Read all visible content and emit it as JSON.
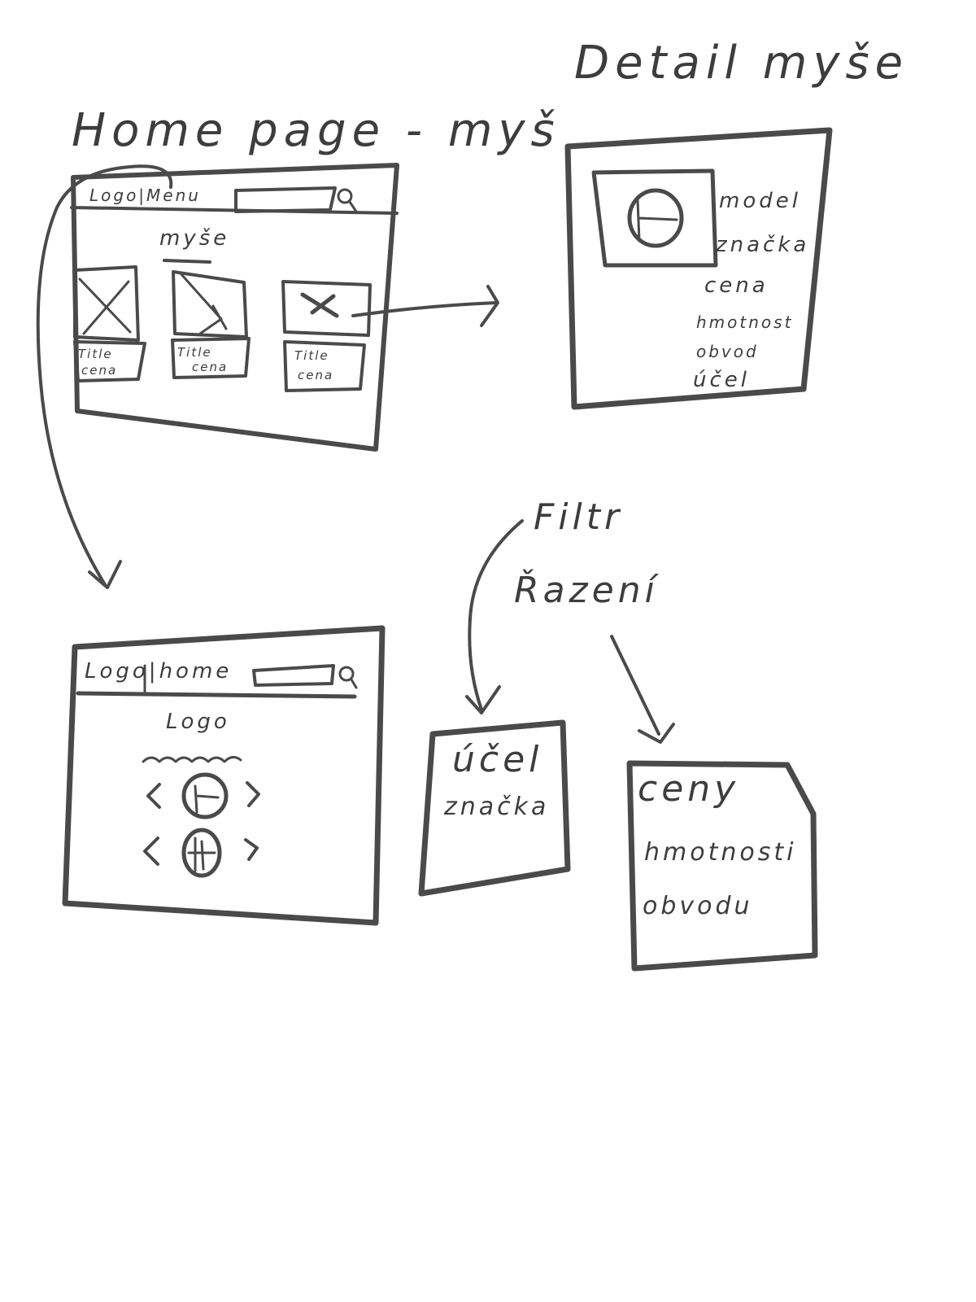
{
  "titles": {
    "home_page": "Home page - myš",
    "detail": "Detail myše"
  },
  "home_wireframe": {
    "header": "Logo|Menu",
    "heading": "myše",
    "products": [
      {
        "title": "Title",
        "price": "cena"
      },
      {
        "title": "Title",
        "price": "cena"
      },
      {
        "title": "Title",
        "price": "cena"
      }
    ]
  },
  "detail_wireframe": {
    "attributes": [
      "model",
      "značka",
      "cena",
      "hmotnost",
      "obvod",
      "účel"
    ]
  },
  "landing_wireframe": {
    "header": "Logo|home",
    "logo": "Logo"
  },
  "labels": {
    "filter": "Filtr",
    "sorting": "Řazení"
  },
  "filter_card": {
    "items": [
      "účel",
      "značka"
    ]
  },
  "sort_card": {
    "items": [
      "ceny",
      "hmotnosti",
      "obvodu"
    ]
  },
  "icons": [
    "search-icon",
    "image-placeholder-icon",
    "mouse-icon",
    "chevron-left-icon",
    "chevron-right-icon"
  ],
  "colors": {
    "stroke": "#4a4a4a",
    "background": "#ffffff"
  }
}
